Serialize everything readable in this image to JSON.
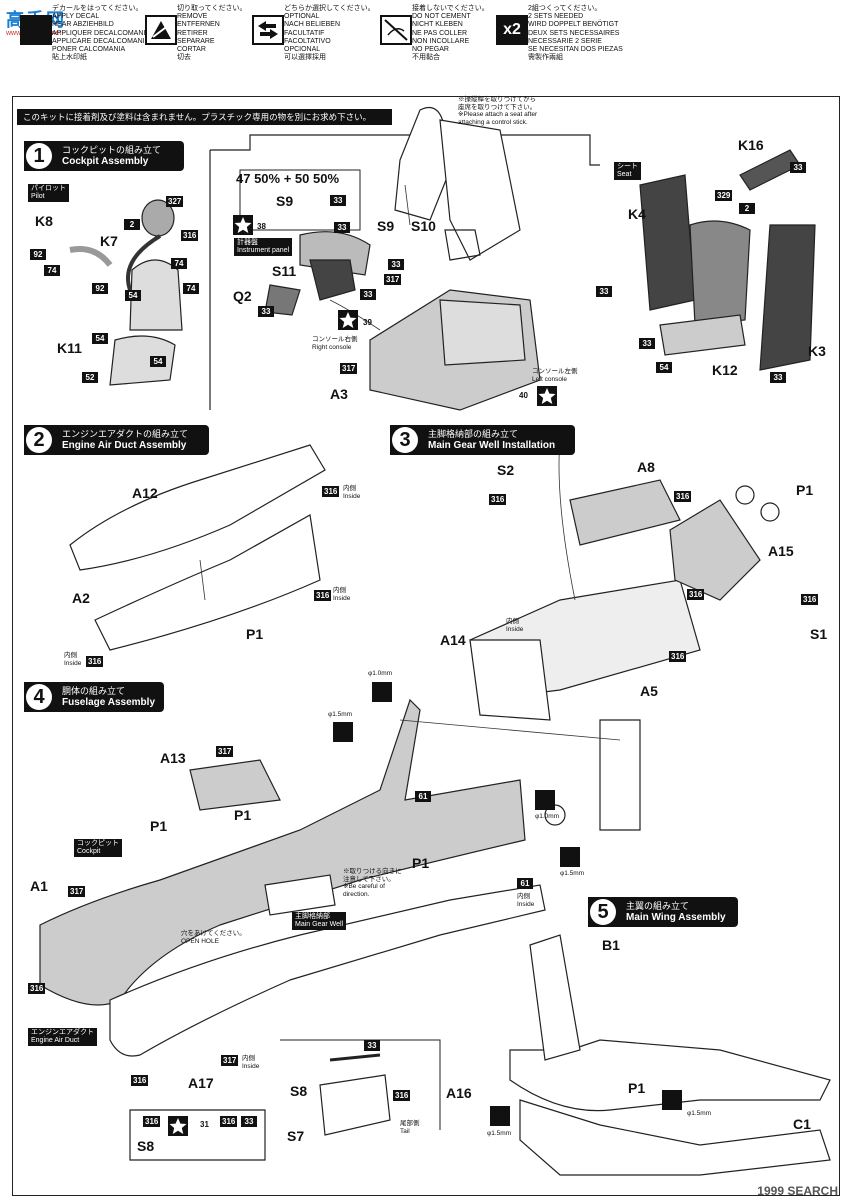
{
  "header": {
    "logo_text": "高手网",
    "logo_url": "www.gaoshou.net",
    "legends": [
      {
        "icon": "apply-decal-icon",
        "text": "デカールをはってください。\nAPPLY DECAL\nHEAR ABZIEHBILD\nAPPLIQUER DECALCOMANIE\nAPPLICARE DECALCOMANIE\nPONER CALCOMANIA\n貼上水印紙"
      },
      {
        "icon": "remove-icon",
        "text": "切り取ってください。\nREMOVE\nENTFERNEN\nRETIRER\nSEPARARE\nCORTAR\n切去"
      },
      {
        "icon": "optional-icon",
        "text": "どちらか選択してください。\nOPTIONAL\nNACH BELIEBEN\nFACULTATIF\nFACOLTATIVO\nOPCIONAL\n可以選擇採用"
      },
      {
        "icon": "no-cement-icon",
        "text": "接着しないでください。\nDO NOT CEMENT\nNICHT KLEBEN\nNE PAS COLLER\nNON INCOLLARE\nNO PEGAR\n不用黏合"
      },
      {
        "icon": "x2-icon",
        "label": "x2",
        "text": "2組つくってください。\n2 SETS NEEDED\nWIRD DOPPELT BENÖTIGT\nDEUX SETS NECESSAIRES\nNECESSARIE 2 SERIE\nSE NECESITAN DOS PIEZAS\n需製作兩組"
      }
    ]
  },
  "notice": "このキットに接着剤及び塗料は含まれません。プラスチック専用の物を別にお求め下さい。",
  "steps": [
    {
      "num": "1",
      "jp": "コックピットの組み立て",
      "en": "Cockpit Assembly"
    },
    {
      "num": "2",
      "jp": "エンジンエアダクトの組み立て",
      "en": "Engine Air Duct Assembly"
    },
    {
      "num": "3",
      "jp": "主脚格納部の組み立て",
      "en": "Main Gear Well Installation"
    },
    {
      "num": "4",
      "jp": "胴体の組み立て",
      "en": "Fuselage Assembly"
    },
    {
      "num": "5",
      "jp": "主翼の組み立て",
      "en": "Main Wing Assembly"
    }
  ],
  "tags": {
    "pilot": "パイロット\nPilot",
    "seat": "シート\nSeat",
    "instrument": "計器盤\nInstrument panel",
    "cockpit": "コックピット\nCockpit",
    "main_gear_well": "主脚格納部\nMain Gear Well",
    "engine_air_duct": "エンジンエアダクト\nEngine Air Duct"
  },
  "notes": {
    "control_stick": "※操縦桿を取りつけてから\n座席を取りつけて下さい。\n※Please attach a seat after\nattaching a control stick.",
    "right_console": "コンソール右側\nRight console",
    "left_console": "コンソール左側\nLeft console",
    "inside": "内側\nInside",
    "careful": "※取りつける向きに\n注意して下さい。\n※Be careful of\ndirection.",
    "open_hole": "穴をあけてください。\nOPEN HOLE",
    "tail": "尾部側\nTail",
    "mix_formula": "47 50% + 50 50%"
  },
  "parts": {
    "cockpit": [
      "K8",
      "K7",
      "K11",
      "Q2",
      "S11",
      "S9",
      "S10",
      "A3"
    ],
    "seat": [
      "K16",
      "K4",
      "K12",
      "K3"
    ],
    "duct": [
      "A12",
      "A2",
      "P1"
    ],
    "gear": [
      "S2",
      "A8",
      "P1",
      "A15",
      "A14",
      "A5",
      "S1"
    ],
    "fuselage": [
      "A13",
      "P1",
      "P1",
      "A1",
      "P1",
      "A17",
      "S8",
      "S7",
      "S8"
    ],
    "wing": [
      "B1",
      "A16",
      "P1",
      "C1"
    ]
  },
  "paint_codes": [
    "327",
    "316",
    "2",
    "74",
    "92",
    "54",
    "74",
    "74",
    "92",
    "54",
    "54",
    "52",
    "33",
    "33",
    "33",
    "317",
    "317",
    "33",
    "33",
    "2",
    "329",
    "33",
    "33",
    "33",
    "54",
    "33",
    "316",
    "316",
    "316",
    "316",
    "316",
    "316",
    "316",
    "316",
    "317",
    "61",
    "61",
    "317",
    "316",
    "316",
    "316",
    "33",
    "316",
    "316",
    "33",
    "317"
  ],
  "decals": [
    "38",
    "39",
    "40",
    "31"
  ],
  "drill_sizes": [
    "φ1.0mm",
    "φ1.5mm",
    "φ1.0mm",
    "φ1.5mm",
    "φ1.5mm",
    "φ1.5mm"
  ],
  "watermark": "1999 SEARCH"
}
